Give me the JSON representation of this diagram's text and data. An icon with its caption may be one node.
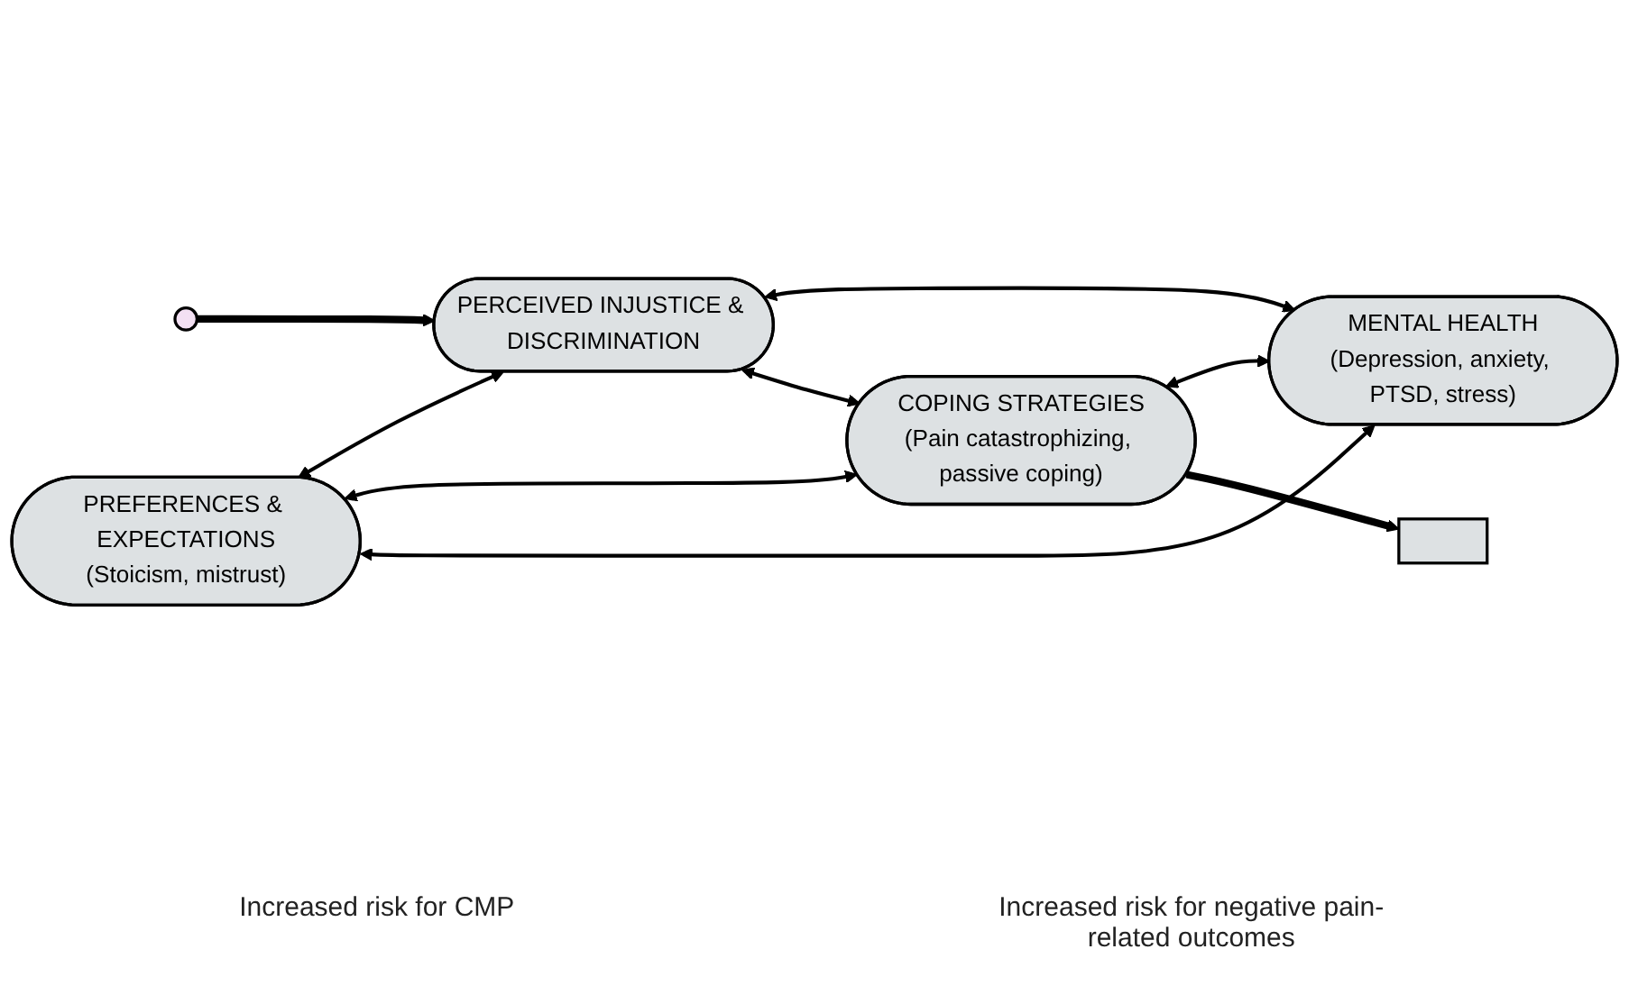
{
  "diagram": {
    "nodes": [
      {
        "text": [],
        "shape": "circle"
      },
      {
        "text": [
          "PREFERENCES & EXPECTATIONS",
          "(Stoicism, mistrust)"
        ]
      },
      {
        "text": [
          "PERCEIVED INJUSTICE & DISCRIMINATION"
        ]
      },
      {
        "text": [
          "COPING STRATEGIES",
          "(Pain catastrophizing, passive coping)"
        ]
      },
      {
        "text": [
          "MENTAL HEALTH",
          "(Depression, anxiety, PTSD, stress)"
        ]
      },
      {
        "text": [],
        "shape": "box"
      }
    ],
    "edges": [
      {
        "from": 0,
        "to": 2,
        "arrow": "to",
        "style": "thick"
      },
      {
        "from": 1,
        "to": 2,
        "arrow": "both"
      },
      {
        "from": 1,
        "to": 3,
        "arrow": "both"
      },
      {
        "from": 2,
        "to": 4,
        "arrow": "both"
      },
      {
        "from": 3,
        "to": 4,
        "arrow": "both"
      },
      {
        "from": 2,
        "to": 3,
        "arrow": "both"
      },
      {
        "from": 1,
        "to": 4,
        "arrow": "both"
      },
      {
        "from": 3,
        "to": 5,
        "arrow": "to",
        "style": "thick"
      }
    ],
    "labels": [
      "Increased risk for CMP",
      "Increased risk for negative pain-related outcomes"
    ]
  }
}
